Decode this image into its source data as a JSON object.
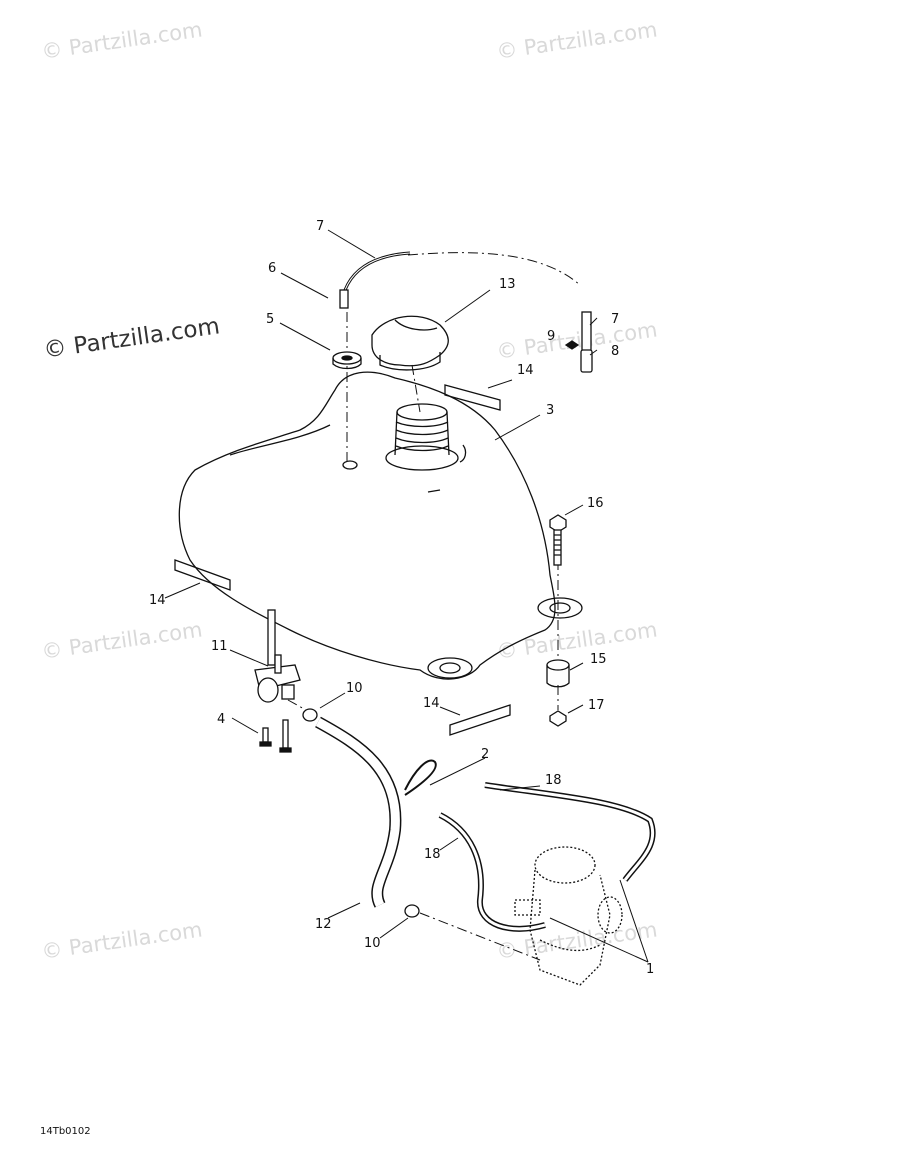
{
  "watermark": {
    "main": "© Partzilla.com",
    "faint": "© Partzilla.com"
  },
  "drawing_code": "14Tb0102",
  "callouts": {
    "c1": "1",
    "c2": "2",
    "c3": "3",
    "c4": "4",
    "c5": "5",
    "c6": "6",
    "c7a": "7",
    "c7b": "7",
    "c8": "8",
    "c9": "9",
    "c10a": "10",
    "c10b": "10",
    "c11": "11",
    "c12": "12",
    "c13": "13",
    "c14a": "14",
    "c14b": "14",
    "c14c": "14",
    "c15": "15",
    "c16": "16",
    "c17": "17",
    "c18a": "18",
    "c18b": "18"
  }
}
